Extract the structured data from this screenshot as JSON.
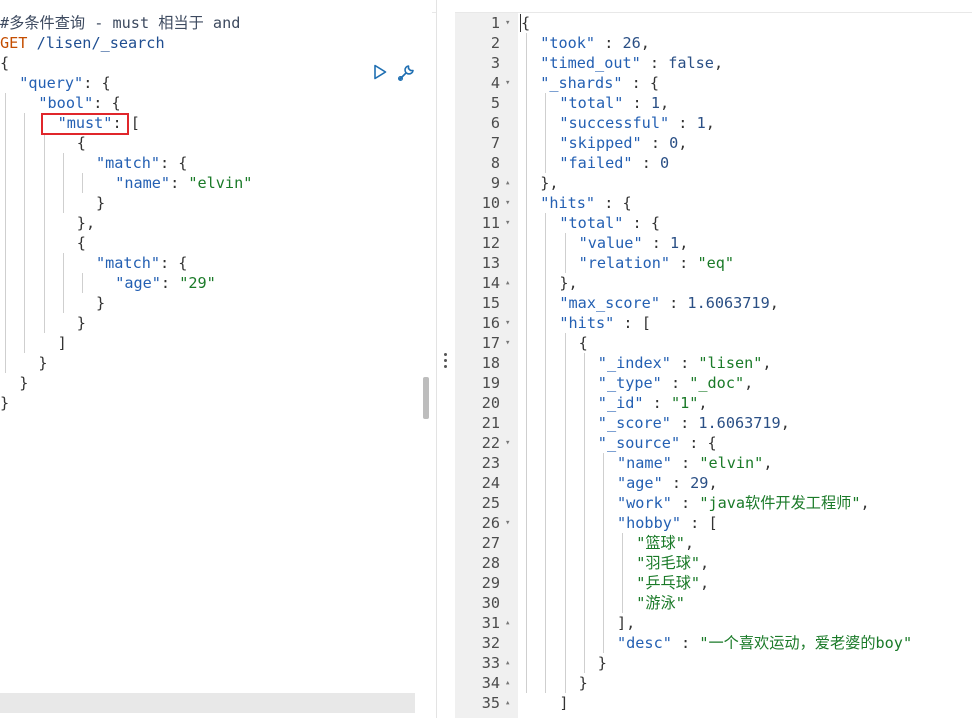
{
  "request": {
    "comment": "#多条件查询 - must 相当于 and",
    "method": "GET",
    "path": " /lisen/_search",
    "body_lines": [
      {
        "indent": 0,
        "parts": [
          [
            "p",
            "{"
          ]
        ]
      },
      {
        "indent": 1,
        "parts": [
          [
            "k",
            "\"query\""
          ],
          [
            "p",
            ": {"
          ]
        ]
      },
      {
        "indent": 2,
        "parts": [
          [
            "k",
            "\"bool\""
          ],
          [
            "p",
            ": {"
          ]
        ]
      },
      {
        "indent": 3,
        "parts": [
          [
            "k",
            "\"must\""
          ],
          [
            "p",
            ": ["
          ]
        ]
      },
      {
        "indent": 4,
        "parts": [
          [
            "p",
            "{"
          ]
        ]
      },
      {
        "indent": 5,
        "parts": [
          [
            "k",
            "\"match\""
          ],
          [
            "p",
            ": {"
          ]
        ]
      },
      {
        "indent": 6,
        "parts": [
          [
            "k",
            "\"name\""
          ],
          [
            "p",
            ": "
          ],
          [
            "s",
            "\"elvin\""
          ]
        ]
      },
      {
        "indent": 5,
        "parts": [
          [
            "p",
            "}"
          ]
        ]
      },
      {
        "indent": 4,
        "parts": [
          [
            "p",
            "},"
          ]
        ]
      },
      {
        "indent": 4,
        "parts": [
          [
            "p",
            "{"
          ]
        ]
      },
      {
        "indent": 5,
        "parts": [
          [
            "k",
            "\"match\""
          ],
          [
            "p",
            ": {"
          ]
        ]
      },
      {
        "indent": 6,
        "parts": [
          [
            "k",
            "\"age\""
          ],
          [
            "p",
            ": "
          ],
          [
            "s",
            "\"29\""
          ]
        ]
      },
      {
        "indent": 5,
        "parts": [
          [
            "p",
            "}"
          ]
        ]
      },
      {
        "indent": 4,
        "parts": [
          [
            "p",
            "}"
          ]
        ]
      },
      {
        "indent": 3,
        "parts": [
          [
            "p",
            "]"
          ]
        ]
      },
      {
        "indent": 2,
        "parts": [
          [
            "p",
            "}"
          ]
        ]
      },
      {
        "indent": 1,
        "parts": [
          [
            "p",
            "}"
          ]
        ]
      },
      {
        "indent": 0,
        "parts": [
          [
            "p",
            "}"
          ]
        ]
      }
    ]
  },
  "toolbar": {
    "run_icon": "play-icon",
    "wrench_icon": "wrench-icon"
  },
  "response": {
    "lines": [
      {
        "n": "1",
        "fold": "▾",
        "indent": 0,
        "parts": [
          [
            "p",
            "{"
          ]
        ]
      },
      {
        "n": "2",
        "fold": "",
        "indent": 1,
        "parts": [
          [
            "k",
            "\"took\""
          ],
          [
            "p",
            " : "
          ],
          [
            "n",
            "26"
          ],
          [
            "p",
            ","
          ]
        ]
      },
      {
        "n": "3",
        "fold": "",
        "indent": 1,
        "parts": [
          [
            "k",
            "\"timed_out\""
          ],
          [
            "p",
            " : "
          ],
          [
            "b",
            "false"
          ],
          [
            "p",
            ","
          ]
        ]
      },
      {
        "n": "4",
        "fold": "▾",
        "indent": 1,
        "parts": [
          [
            "k",
            "\"_shards\""
          ],
          [
            "p",
            " : {"
          ]
        ]
      },
      {
        "n": "5",
        "fold": "",
        "indent": 2,
        "parts": [
          [
            "k",
            "\"total\""
          ],
          [
            "p",
            " : "
          ],
          [
            "n",
            "1"
          ],
          [
            "p",
            ","
          ]
        ]
      },
      {
        "n": "6",
        "fold": "",
        "indent": 2,
        "parts": [
          [
            "k",
            "\"successful\""
          ],
          [
            "p",
            " : "
          ],
          [
            "n",
            "1"
          ],
          [
            "p",
            ","
          ]
        ]
      },
      {
        "n": "7",
        "fold": "",
        "indent": 2,
        "parts": [
          [
            "k",
            "\"skipped\""
          ],
          [
            "p",
            " : "
          ],
          [
            "n",
            "0"
          ],
          [
            "p",
            ","
          ]
        ]
      },
      {
        "n": "8",
        "fold": "",
        "indent": 2,
        "parts": [
          [
            "k",
            "\"failed\""
          ],
          [
            "p",
            " : "
          ],
          [
            "n",
            "0"
          ]
        ]
      },
      {
        "n": "9",
        "fold": "▴",
        "indent": 1,
        "parts": [
          [
            "p",
            "},"
          ]
        ]
      },
      {
        "n": "10",
        "fold": "▾",
        "indent": 1,
        "parts": [
          [
            "k",
            "\"hits\""
          ],
          [
            "p",
            " : {"
          ]
        ]
      },
      {
        "n": "11",
        "fold": "▾",
        "indent": 2,
        "parts": [
          [
            "k",
            "\"total\""
          ],
          [
            "p",
            " : {"
          ]
        ]
      },
      {
        "n": "12",
        "fold": "",
        "indent": 3,
        "parts": [
          [
            "k",
            "\"value\""
          ],
          [
            "p",
            " : "
          ],
          [
            "n",
            "1"
          ],
          [
            "p",
            ","
          ]
        ]
      },
      {
        "n": "13",
        "fold": "",
        "indent": 3,
        "parts": [
          [
            "k",
            "\"relation\""
          ],
          [
            "p",
            " : "
          ],
          [
            "s",
            "\"eq\""
          ]
        ]
      },
      {
        "n": "14",
        "fold": "▴",
        "indent": 2,
        "parts": [
          [
            "p",
            "},"
          ]
        ]
      },
      {
        "n": "15",
        "fold": "",
        "indent": 2,
        "parts": [
          [
            "k",
            "\"max_score\""
          ],
          [
            "p",
            " : "
          ],
          [
            "n",
            "1.6063719"
          ],
          [
            "p",
            ","
          ]
        ]
      },
      {
        "n": "16",
        "fold": "▾",
        "indent": 2,
        "parts": [
          [
            "k",
            "\"hits\""
          ],
          [
            "p",
            " : ["
          ]
        ]
      },
      {
        "n": "17",
        "fold": "▾",
        "indent": 3,
        "parts": [
          [
            "p",
            "{"
          ]
        ]
      },
      {
        "n": "18",
        "fold": "",
        "indent": 4,
        "parts": [
          [
            "k",
            "\"_index\""
          ],
          [
            "p",
            " : "
          ],
          [
            "s",
            "\"lisen\""
          ],
          [
            "p",
            ","
          ]
        ]
      },
      {
        "n": "19",
        "fold": "",
        "indent": 4,
        "parts": [
          [
            "k",
            "\"_type\""
          ],
          [
            "p",
            " : "
          ],
          [
            "s",
            "\"_doc\""
          ],
          [
            "p",
            ","
          ]
        ]
      },
      {
        "n": "20",
        "fold": "",
        "indent": 4,
        "parts": [
          [
            "k",
            "\"_id\""
          ],
          [
            "p",
            " : "
          ],
          [
            "s",
            "\"1\""
          ],
          [
            "p",
            ","
          ]
        ]
      },
      {
        "n": "21",
        "fold": "",
        "indent": 4,
        "parts": [
          [
            "k",
            "\"_score\""
          ],
          [
            "p",
            " : "
          ],
          [
            "n",
            "1.6063719"
          ],
          [
            "p",
            ","
          ]
        ]
      },
      {
        "n": "22",
        "fold": "▾",
        "indent": 4,
        "parts": [
          [
            "k",
            "\"_source\""
          ],
          [
            "p",
            " : {"
          ]
        ]
      },
      {
        "n": "23",
        "fold": "",
        "indent": 5,
        "parts": [
          [
            "k",
            "\"name\""
          ],
          [
            "p",
            " : "
          ],
          [
            "s",
            "\"elvin\""
          ],
          [
            "p",
            ","
          ]
        ]
      },
      {
        "n": "24",
        "fold": "",
        "indent": 5,
        "parts": [
          [
            "k",
            "\"age\""
          ],
          [
            "p",
            " : "
          ],
          [
            "n",
            "29"
          ],
          [
            "p",
            ","
          ]
        ]
      },
      {
        "n": "25",
        "fold": "",
        "indent": 5,
        "parts": [
          [
            "k",
            "\"work\""
          ],
          [
            "p",
            " : "
          ],
          [
            "s",
            "\"java软件开发工程师\""
          ],
          [
            "p",
            ","
          ]
        ]
      },
      {
        "n": "26",
        "fold": "▾",
        "indent": 5,
        "parts": [
          [
            "k",
            "\"hobby\""
          ],
          [
            "p",
            " : ["
          ]
        ]
      },
      {
        "n": "27",
        "fold": "",
        "indent": 6,
        "parts": [
          [
            "s",
            "\"篮球\""
          ],
          [
            "p",
            ","
          ]
        ]
      },
      {
        "n": "28",
        "fold": "",
        "indent": 6,
        "parts": [
          [
            "s",
            "\"羽毛球\""
          ],
          [
            "p",
            ","
          ]
        ]
      },
      {
        "n": "29",
        "fold": "",
        "indent": 6,
        "parts": [
          [
            "s",
            "\"乒乓球\""
          ],
          [
            "p",
            ","
          ]
        ]
      },
      {
        "n": "30",
        "fold": "",
        "indent": 6,
        "parts": [
          [
            "s",
            "\"游泳\""
          ]
        ]
      },
      {
        "n": "31",
        "fold": "▴",
        "indent": 5,
        "parts": [
          [
            "p",
            "],"
          ]
        ]
      },
      {
        "n": "32",
        "fold": "",
        "indent": 5,
        "parts": [
          [
            "k",
            "\"desc\""
          ],
          [
            "p",
            " : "
          ],
          [
            "s",
            "\"一个喜欢运动，爱老婆的boy\""
          ]
        ]
      },
      {
        "n": "33",
        "fold": "▴",
        "indent": 4,
        "parts": [
          [
            "p",
            "}"
          ]
        ]
      },
      {
        "n": "34",
        "fold": "▴",
        "indent": 3,
        "parts": [
          [
            "p",
            "}"
          ]
        ]
      },
      {
        "n": "35",
        "fold": "▴",
        "indent": 2,
        "parts": [
          [
            "p",
            "]"
          ]
        ]
      }
    ]
  }
}
